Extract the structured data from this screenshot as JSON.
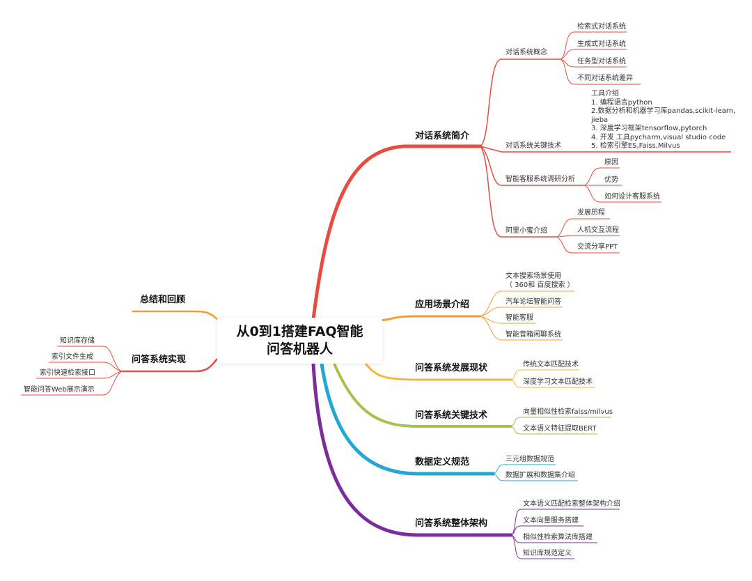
{
  "center": {
    "title": "从0到1搭建FAQ智能问答机器人"
  },
  "colors": {
    "red": "#e74c3c",
    "orange": "#f39c33",
    "yellowgreen": "#a5c24b",
    "cyan": "#23a8d6",
    "purple": "#7b2d9c",
    "orange_line": "#f39c33"
  },
  "branches": {
    "dialog_intro": {
      "label": "对话系统简介",
      "concept": {
        "label": "对话系统概念",
        "items": [
          "检索式对话系统",
          "生成式对话系统",
          "任务型对话系统",
          "不同对话系统差异"
        ]
      },
      "key_tech": {
        "label": "对话系统关键技术",
        "tools": "工具介绍\n1. 编程语言python\n2.数据分析和机器学习库pandas,scikit-learn,\njieba\n3. 深度学习框架tensorflow,pytorch\n4. 开发 工具pycharm,visual studio code\n5. 检索引擎ES,Faiss,Milvus"
      },
      "customer_service": {
        "label": "智能客服系统调研分析",
        "items": [
          "原因",
          "优势",
          "如何设计客服系统"
        ]
      },
      "alime": {
        "label": "阿里小蜜介绍",
        "items": [
          "发展历程",
          "人机交互流程",
          "交流分享PPT"
        ]
      }
    },
    "scenarios": {
      "label": "应用场景介绍",
      "items": [
        "文本搜索场景使用\n（ 360和 百度搜索 ）",
        "汽车论坛智能问答",
        "智能客服",
        "智能音箱闲聊系统"
      ]
    },
    "status": {
      "label": "问答系统发展现状",
      "items": [
        "传统文本匹配技术",
        "深度学习文本匹配技术"
      ]
    },
    "qa_key_tech": {
      "label": "问答系统关键技术",
      "items": [
        "向量相似性检索faiss/milvus",
        "文本语义特征提取BERT"
      ]
    },
    "data_spec": {
      "label": "数据定义规范",
      "items": [
        "三元组数据规范",
        "数据扩展和数据集介绍"
      ]
    },
    "architecture": {
      "label": "问答系统整体架构",
      "items": [
        "文本语义匹配检索整体架构介绍",
        "文本向量服务搭建",
        "相似性检索算法库搭建",
        "知识库规范定义"
      ]
    },
    "summary": {
      "label": "总结和回顾"
    },
    "implementation": {
      "label": "问答系统实现",
      "items": [
        "知识库存储",
        "索引文件生成",
        "索引快速检索接口",
        "智能问答Web展示演示"
      ]
    }
  }
}
